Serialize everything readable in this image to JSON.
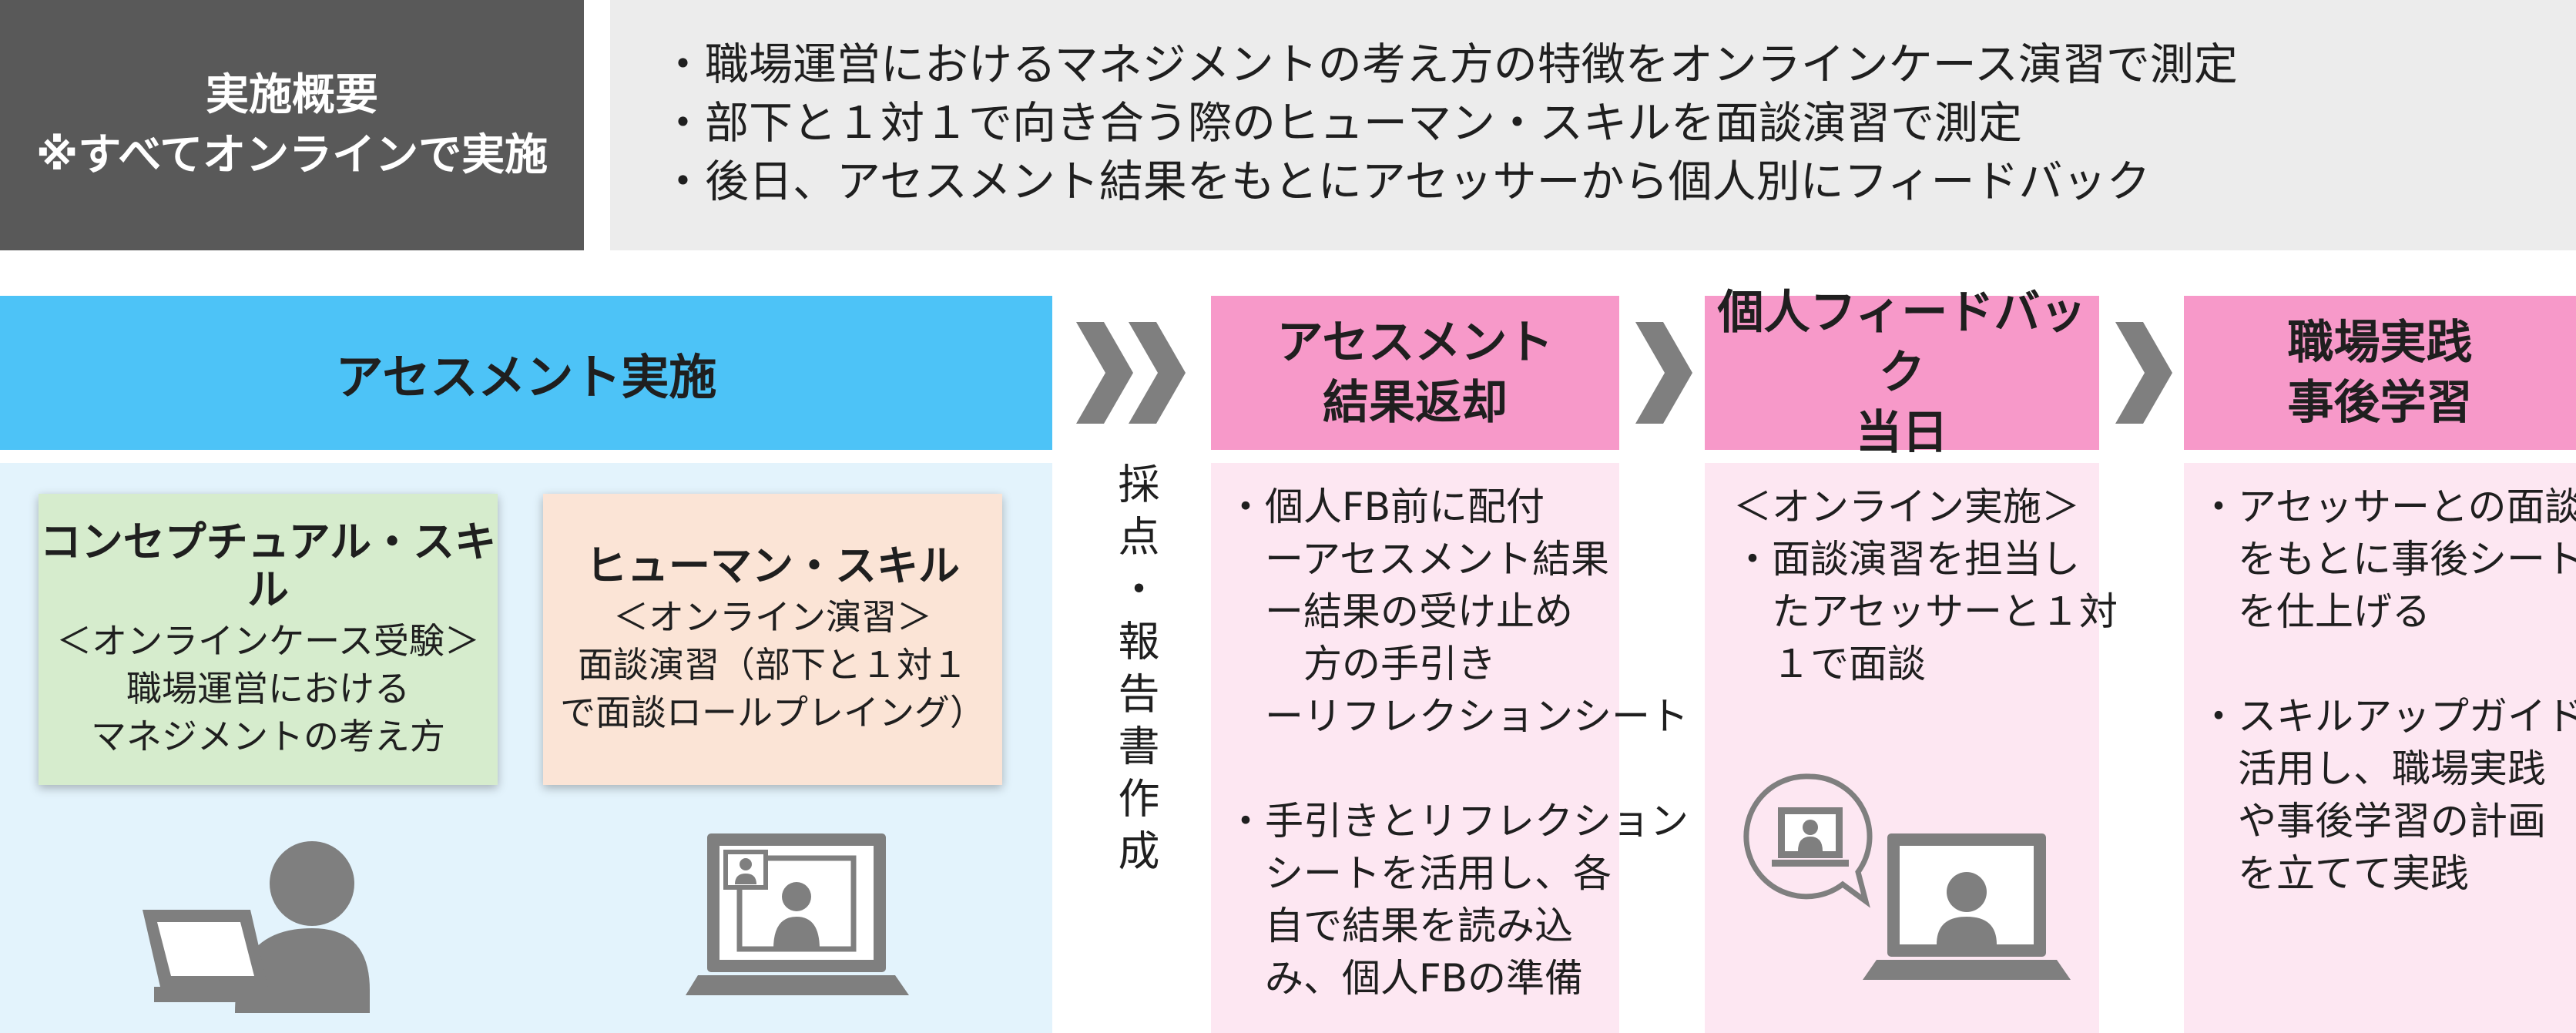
{
  "summary": {
    "label_title": "実施概要",
    "label_note": "※すべてオンラインで実施",
    "bullets": [
      "・職場運営におけるマネジメントの考え方の特徴をオンラインケース演習で測定",
      "・部下と１対１で向き合う際のヒューマン・スキルを面談演習で測定",
      "・後日、アセスメント結果をもとにアセッサーから個人別にフィードバック"
    ]
  },
  "assessment": {
    "header": "アセスメント実施",
    "conceptual": {
      "title": "コンセプチュアル・スキル",
      "lines": [
        "＜オンラインケース受験＞",
        "職場運営における",
        "マネジメントの考え方"
      ]
    },
    "human": {
      "title": "ヒューマン・スキル",
      "lines": [
        "＜オンライン演習＞",
        "面談演習（部下と１対１",
        "で面談ロールプレイング）"
      ]
    }
  },
  "scoring": {
    "label": "採点・報告書作成"
  },
  "return": {
    "header": [
      "アセスメント",
      "結果返却"
    ],
    "lines": [
      "・個人FB前に配付",
      "　ーアセスメント結果",
      "　ー結果の受け止め",
      "　　方の手引き",
      "　ーリフレクションシート",
      "",
      "・手引きとリフレクション",
      "　シートを活用し、各",
      "　自で結果を読み込",
      "　み、個人FBの準備"
    ]
  },
  "feedback": {
    "header": [
      "個人フィードバック",
      "当日"
    ],
    "lines": [
      "＜オンライン実施＞",
      "・面談演習を担当し",
      "　たアセッサーと１対",
      "　１で面談"
    ]
  },
  "practice": {
    "header": [
      "職場実践",
      "事後学習"
    ],
    "lines": [
      "・アセッサーとの面談",
      "　をもとに事後シート",
      "　を仕上げる",
      "",
      "・スキルアップガイドも",
      "　活用し、職場実践",
      "　や事後学習の計画",
      "　を立てて実践"
    ]
  },
  "colors": {
    "dark_gray": "#595959",
    "light_gray": "#ececec",
    "blue_header": "#4dc3f7",
    "blue_panel": "#e3f3fc",
    "pink_header": "#f799c9",
    "pink_panel": "#fde7f2",
    "green_card": "#d6eccd",
    "peach_card": "#fbe4d6",
    "icon_gray": "#7f7f7f"
  },
  "icons": [
    "laptop-person-icon",
    "video-call-laptop-icon",
    "double-chevron-arrow-icon",
    "chevron-arrow-icon",
    "chat-bubble-video-icon"
  ]
}
